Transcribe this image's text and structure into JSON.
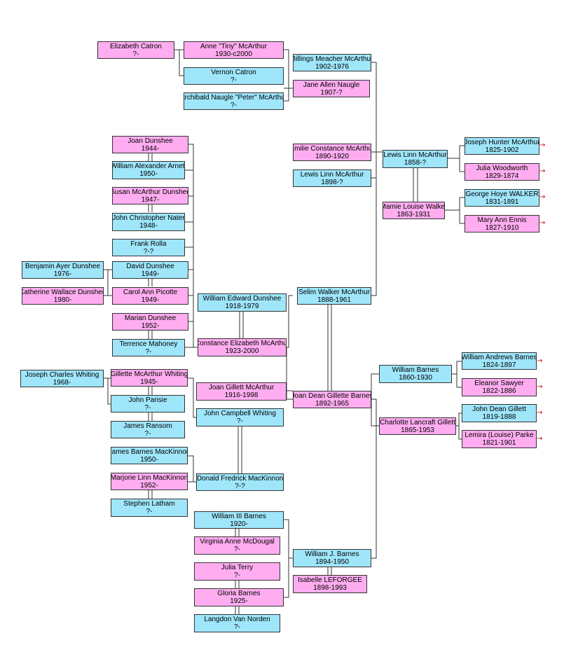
{
  "colors": {
    "female": "#ffadf0",
    "male": "#9fe6fb",
    "line": "#333333",
    "arrow": "#cc0000"
  },
  "people": [
    {
      "id": "elizabeth-catron",
      "name": "Elizabeth Catron",
      "dates": "?-",
      "sex": "f"
    },
    {
      "id": "anne-tiny-mcarthur",
      "name": "Anne \"Tiny\" McArthur",
      "dates": "1930-c2000",
      "sex": "f"
    },
    {
      "id": "vernon-catron",
      "name": "Vernon Catron",
      "dates": "?-",
      "sex": "m"
    },
    {
      "id": "archibald-naugle-mcarthur",
      "name": "Archibald Naugle \"Peter\" McArthur",
      "dates": "?-",
      "sex": "m"
    },
    {
      "id": "billings-meacher-mcarthur",
      "name": "Billings Meacher McArthur",
      "dates": "1902-1976",
      "sex": "m"
    },
    {
      "id": "jane-allen-naugle",
      "name": "Jane Allen Naugle",
      "dates": "1907-?",
      "sex": "f"
    },
    {
      "id": "emilie-constance-mcarthur",
      "name": "Emilie Constance McArthur",
      "dates": "1890-1920",
      "sex": "f"
    },
    {
      "id": "lewis-linn-mcarthur-1898",
      "name": "Lewis Linn McArthur",
      "dates": "1898-?",
      "sex": "m"
    },
    {
      "id": "lewis-linn-mcarthur-1858",
      "name": "Lewis Linn McArthur",
      "dates": "1858-?",
      "sex": "m"
    },
    {
      "id": "mamie-louise-walker",
      "name": "Mamie Louise Walker",
      "dates": "1863-1931",
      "sex": "f"
    },
    {
      "id": "joseph-hunter-mcarthur",
      "name": "Joseph Hunter McArthur",
      "dates": "1825-1902",
      "sex": "m"
    },
    {
      "id": "julia-woodworth",
      "name": "Julia Woodworth",
      "dates": "1829-1874",
      "sex": "f"
    },
    {
      "id": "george-hoye-walker",
      "name": "George Hoye WALKER",
      "dates": "1831-1891",
      "sex": "m"
    },
    {
      "id": "mary-ann-ennis",
      "name": "Mary Ann Ennis",
      "dates": "1827-1910",
      "sex": "f"
    },
    {
      "id": "joan-dunshee",
      "name": "Joan Dunshee",
      "dates": "1944-",
      "sex": "f"
    },
    {
      "id": "william-alexander-arnett",
      "name": "William Alexander Arnett",
      "dates": "1950-",
      "sex": "m"
    },
    {
      "id": "susan-mcarthur-dunshee",
      "name": "Susan McArthur Dunshee",
      "dates": "1947-",
      "sex": "f"
    },
    {
      "id": "john-christopher-nater",
      "name": "John Christopher Nater",
      "dates": "1948-",
      "sex": "m"
    },
    {
      "id": "frank-rolla",
      "name": "Frank Rolla",
      "dates": "?-?",
      "sex": "m"
    },
    {
      "id": "benjamin-ayer-dunshee",
      "name": "Benjamin Ayer Dunshee",
      "dates": "1976-",
      "sex": "m"
    },
    {
      "id": "david-dunshee",
      "name": "David Dunshee",
      "dates": "1949-",
      "sex": "m"
    },
    {
      "id": "katherine-wallace-dunshee",
      "name": "Katherine Wallace Dunshee",
      "dates": "1980-",
      "sex": "f"
    },
    {
      "id": "carol-ann-picotte",
      "name": "Carol Ann Picotte",
      "dates": "1949-",
      "sex": "f"
    },
    {
      "id": "marian-dunshee",
      "name": "Marian Dunshee",
      "dates": "1952-",
      "sex": "f"
    },
    {
      "id": "terrence-mahoney",
      "name": "Terrence Mahoney",
      "dates": "?-",
      "sex": "m"
    },
    {
      "id": "william-edward-dunshee",
      "name": "William Edward Dunshee",
      "dates": "1918-1979",
      "sex": "m"
    },
    {
      "id": "constance-elizabeth-mcarthur",
      "name": "Constance Elizabeth McArthur",
      "dates": "1923-2000",
      "sex": "f"
    },
    {
      "id": "selim-walker-mcarthur",
      "name": "Selim Walker McArthur",
      "dates": "1888-1961",
      "sex": "m"
    },
    {
      "id": "joseph-charles-whiting",
      "name": "Joseph Charles Whiting",
      "dates": "1968-",
      "sex": "m"
    },
    {
      "id": "gillette-mcarthur-whiting",
      "name": "Gillette McArthur Whiting",
      "dates": "1945-",
      "sex": "f"
    },
    {
      "id": "john-parisie",
      "name": "John Parisie",
      "dates": "?-",
      "sex": "m"
    },
    {
      "id": "james-ransom",
      "name": "James Ransom",
      "dates": "?-",
      "sex": "m"
    },
    {
      "id": "joan-gillett-mcarthur",
      "name": "Joan Gillett McArthur",
      "dates": "1916-1998",
      "sex": "f"
    },
    {
      "id": "john-campbell-whiting",
      "name": "John Campbell Whiting",
      "dates": "?-",
      "sex": "m"
    },
    {
      "id": "joan-dean-gillette-barnes",
      "name": "Joan Dean Gillette Barnes",
      "dates": "1892-1965",
      "sex": "f"
    },
    {
      "id": "william-barnes-1860",
      "name": "William Barnes",
      "dates": "1860-1930",
      "sex": "m"
    },
    {
      "id": "william-andrews-barnes",
      "name": "William Andrews Barnes",
      "dates": "1824-1897",
      "sex": "m"
    },
    {
      "id": "eleanor-sawyer",
      "name": "Eleanor Sawyer",
      "dates": "1822-1886",
      "sex": "f"
    },
    {
      "id": "charlotte-lancraft-gillett",
      "name": "Charlotte Lancraft Gillett",
      "dates": "1865-1953",
      "sex": "f"
    },
    {
      "id": "john-dean-gillett",
      "name": "John Dean Gillett",
      "dates": "1819-1888",
      "sex": "m"
    },
    {
      "id": "lemira-louise-parke",
      "name": "Lemira (Louise) Parke",
      "dates": "1821-1901",
      "sex": "f"
    },
    {
      "id": "james-barnes-mackinnon",
      "name": "James Barnes MacKinnon",
      "dates": "1950-",
      "sex": "m"
    },
    {
      "id": "marjorie-linn-mackinnon",
      "name": "Marjorie Linn MacKinnon",
      "dates": "1952-",
      "sex": "f"
    },
    {
      "id": "donald-fredrick-mackinnon",
      "name": "Donald Fredrick MacKinnon",
      "dates": "?-?",
      "sex": "m"
    },
    {
      "id": "stephen-latham",
      "name": "Stephen Latham",
      "dates": "?-",
      "sex": "m"
    },
    {
      "id": "william-iii-barnes",
      "name": "William III Barnes",
      "dates": "1920-",
      "sex": "m"
    },
    {
      "id": "virginia-anne-mcdougal",
      "name": "Virginia Anne McDougal",
      "dates": "?-",
      "sex": "f"
    },
    {
      "id": "julia-terry",
      "name": "Julia Terry",
      "dates": "?-",
      "sex": "f"
    },
    {
      "id": "william-j-barnes",
      "name": "William J. Barnes",
      "dates": "1894-1950",
      "sex": "m"
    },
    {
      "id": "isabelle-leforgee",
      "name": "Isabelle LEFORGEE",
      "dates": "1898-1993",
      "sex": "f"
    },
    {
      "id": "gloria-barnes",
      "name": "Gloria Barnes",
      "dates": "1925-",
      "sex": "f"
    },
    {
      "id": "langdon-van-norden",
      "name": "Langdon Van Norden",
      "dates": "?-",
      "sex": "m"
    }
  ]
}
